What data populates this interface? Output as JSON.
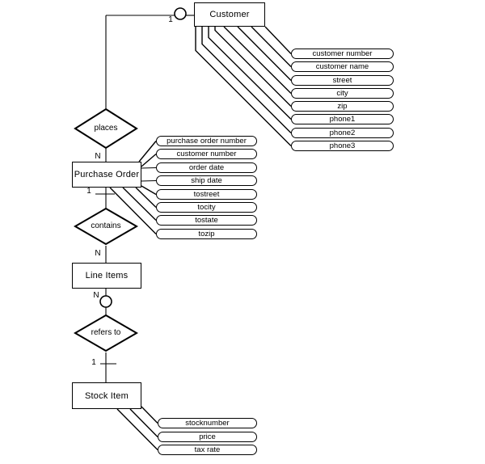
{
  "diagram": {
    "type": "entity-relationship",
    "background_color": "#ffffff",
    "stroke_color": "#000000",
    "entities": [
      {
        "id": "customer",
        "label": "Customer"
      },
      {
        "id": "purchase-order",
        "label": "Purchase Order"
      },
      {
        "id": "line-items",
        "label": "Line Items"
      },
      {
        "id": "stock-item",
        "label": "Stock Item"
      }
    ],
    "relationships": [
      {
        "id": "places",
        "label": "places"
      },
      {
        "id": "contains",
        "label": "contains"
      },
      {
        "id": "refers-to",
        "label": "refers to"
      }
    ],
    "attributes": {
      "customer": [
        "customer number",
        "customer name",
        "street",
        "city",
        "zip",
        "phone1",
        "phone2",
        "phone3"
      ],
      "purchase_order": [
        "purchase order number",
        "customer number",
        "order date",
        "ship date",
        "tostreet",
        "tocity",
        "tostate",
        "tozip"
      ],
      "stock_item": [
        "stocknumber",
        "price",
        "tax rate"
      ]
    },
    "cardinalities": [
      {
        "id": "customer-places",
        "text": "1"
      },
      {
        "id": "places-purchase-order",
        "text": "N"
      },
      {
        "id": "purchase-order-contains",
        "text": "1"
      },
      {
        "id": "contains-line-items",
        "text": "N"
      },
      {
        "id": "line-items-refers-to",
        "text": "N"
      },
      {
        "id": "refers-to-stock-item",
        "text": "1"
      }
    ]
  }
}
